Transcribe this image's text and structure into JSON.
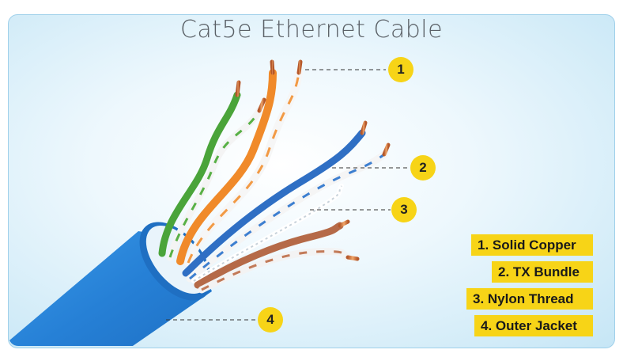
{
  "title": "Cat5e Ethernet Cable",
  "callouts": [
    {
      "number": "1"
    },
    {
      "number": "2"
    },
    {
      "number": "3"
    },
    {
      "number": "4"
    }
  ],
  "legend": [
    {
      "label": "1. Solid Copper"
    },
    {
      "label": "2. TX Bundle"
    },
    {
      "label": "3. Nylon Thread"
    },
    {
      "label": "4. Outer Jacket"
    }
  ],
  "colors": {
    "jacket": "#2b86d9",
    "badge": "#f7d417",
    "orange": "#f08a2a",
    "green": "#4aa43a",
    "blue": "#2f6fc4",
    "brown": "#b56a48",
    "copper": "#d77b3a"
  }
}
